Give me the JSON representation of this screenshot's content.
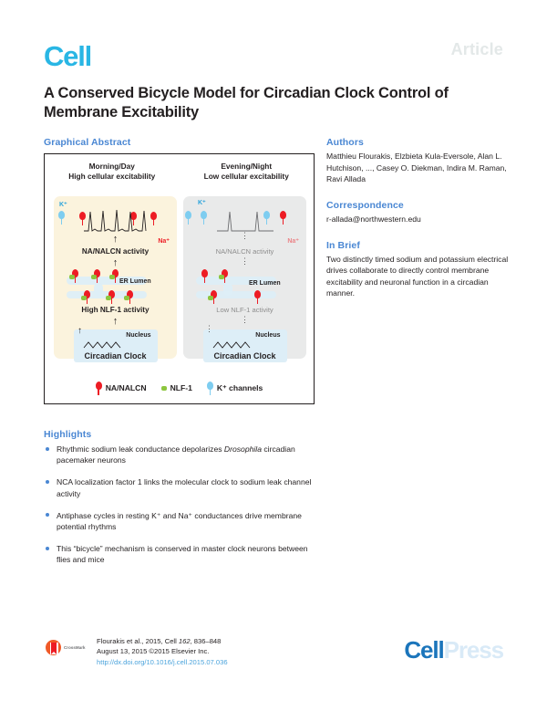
{
  "header": {
    "journal": "Cell",
    "article_type": "Article",
    "title": "A Conserved Bicycle Model for Circadian Clock Control of Membrane Excitability",
    "journal_color": "#29b6e4",
    "article_tag_color": "#e3e8e8"
  },
  "sections": {
    "graphical_abstract": "Graphical Abstract",
    "highlights": "Highlights",
    "authors": "Authors",
    "correspondence": "Correspondence",
    "in_brief": "In Brief",
    "heading_color": "#4a87d3"
  },
  "graphical_abstract": {
    "panels": [
      {
        "id": "morning-day",
        "title_line1": "Morning/Day",
        "title_line2": "High cellular excitability",
        "background": "#fbf3dd",
        "k_label": "K⁺",
        "na_label": "Na⁺",
        "activity_label": "NA/NALCN activity",
        "er_label": "ER Lumen",
        "nlf_label": "High NLF-1 activity",
        "nucleus_label": "Nucleus",
        "clock_label": "Circadian Clock",
        "state": "active",
        "k_channel_count": 1,
        "na_channel_count": 4,
        "spike_count": 6
      },
      {
        "id": "evening-night",
        "title_line1": "Evening/Night",
        "title_line2": "Low cellular excitability",
        "background": "#e9eaea",
        "k_label": "K⁺",
        "na_label": "Na⁺",
        "activity_label": "NA/NALCN activity",
        "er_label": "ER Lumen",
        "nlf_label": "Low NLF-1 activity",
        "nucleus_label": "Nucleus",
        "clock_label": "Circadian Clock",
        "state": "suppressed",
        "k_channel_count": 3,
        "na_channel_count": 1,
        "spike_count": 2
      }
    ],
    "legend": [
      {
        "label": "NA/NALCN",
        "color": "#ed1c24",
        "glyph": "channel-icon"
      },
      {
        "label": "NLF-1",
        "color": "#8dc63f",
        "glyph": "square-icon"
      },
      {
        "label": "K⁺ channels",
        "color": "#7ecdf0",
        "glyph": "channel-icon"
      }
    ]
  },
  "highlights": [
    {
      "pre": "Rhythmic sodium leak conductance depolarizes ",
      "em": "Drosophila",
      "post": " circadian pacemaker neurons"
    },
    {
      "pre": "NCA localization factor 1 links the molecular clock to sodium leak channel activity",
      "em": "",
      "post": ""
    },
    {
      "pre": "Antiphase cycles in resting K⁺ and Na⁺ conductances drive membrane potential rhythms",
      "em": "",
      "post": ""
    },
    {
      "pre": "This “bicycle” mechanism is conserved in master clock neurons between flies and mice",
      "em": "",
      "post": ""
    }
  ],
  "authors": "Matthieu Flourakis, Elzbieta Kula-Eversole, Alan L. Hutchison, ..., Casey O. Diekman, Indira M. Raman, Ravi Allada",
  "correspondence": "r-allada@northwestern.edu",
  "in_brief": "Two distinctly timed sodium and potassium electrical drives collaborate to directly control membrane excitability and neuronal function in a circadian manner.",
  "footer": {
    "crossmark_label": "CrossMark",
    "citation_line1_pre": "Flourakis et al., 2015, Cell ",
    "citation_line1_vol": "162",
    "citation_line1_post": ", 836–848",
    "citation_line2": "August 13, 2015 ©2015 Elsevier Inc.",
    "doi": "http://dx.doi.org/10.1016/j.cell.2015.07.036",
    "publisher_a": "Cell",
    "publisher_b": "Press"
  }
}
